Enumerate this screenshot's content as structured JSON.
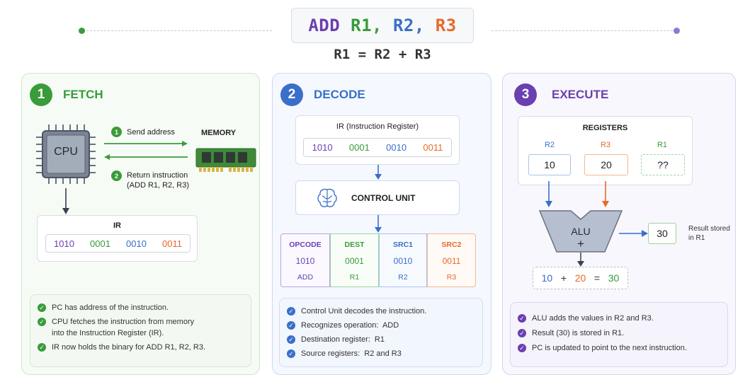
{
  "header": {
    "instruction": {
      "op": "ADD",
      "r1": "R1,",
      "r2": "R2,",
      "r3": "R3"
    },
    "formula": "R1 = R2 + R3"
  },
  "fetch": {
    "number": "1",
    "title": "FETCH",
    "cpu_label": "CPU",
    "memory_label": "MEMORY",
    "step1_num": "1",
    "step1_text": "Send address",
    "step2_num": "2",
    "step2_text_line1": "Return instruction",
    "step2_text_line2": "(ADD R1, R2, R3)",
    "ir_label": "IR",
    "ir_bits": [
      "1010",
      "0001",
      "0010",
      "0011"
    ],
    "notes": [
      {
        "line1": "PC has address of the instruction.",
        "line2": ""
      },
      {
        "line1": "CPU fetches the instruction from memory",
        "line2": "into the Instruction Register (IR)."
      },
      {
        "line1": "IR now holds the binary for ADD R1, R2, R3.",
        "line2": ""
      }
    ]
  },
  "decode": {
    "number": "2",
    "title": "DECODE",
    "ir_label": "IR (Instruction Register)",
    "ir_bits": [
      "1010",
      "0001",
      "0010",
      "0011"
    ],
    "control_unit": "CONTROL UNIT",
    "fields": [
      {
        "name": "OPCODE",
        "bits": "1010",
        "meaning": "ADD"
      },
      {
        "name": "DEST",
        "bits": "0001",
        "meaning": "R1"
      },
      {
        "name": "SRC1",
        "bits": "0010",
        "meaning": "R2"
      },
      {
        "name": "SRC2",
        "bits": "0011",
        "meaning": "R3"
      }
    ],
    "notes": [
      "Control Unit decodes the instruction.",
      "Recognizes operation:  ADD",
      "Destination register:  R1",
      "Source registers:  R2 and R3"
    ]
  },
  "execute": {
    "number": "3",
    "title": "EXECUTE",
    "registers_label": "REGISTERS",
    "registers": [
      {
        "name": "R2",
        "value": "10"
      },
      {
        "name": "R3",
        "value": "20"
      },
      {
        "name": "R1",
        "value": "??"
      }
    ],
    "alu_label": "ALU",
    "alu_op": "+",
    "result": "30",
    "result_note_line1": "Result stored",
    "result_note_line2": "in R1",
    "equation": {
      "a": "10",
      "plus": "+",
      "b": "20",
      "eq": "=",
      "c": "30"
    },
    "notes": [
      "ALU adds the values in R2 and R3.",
      "Result (30) is stored in R1.",
      "PC is updated to point to the next instruction."
    ]
  },
  "colors": {
    "green": "#3a9b3a",
    "blue": "#3a6fc9",
    "orange": "#e8692a",
    "purple": "#6a3fb0"
  }
}
